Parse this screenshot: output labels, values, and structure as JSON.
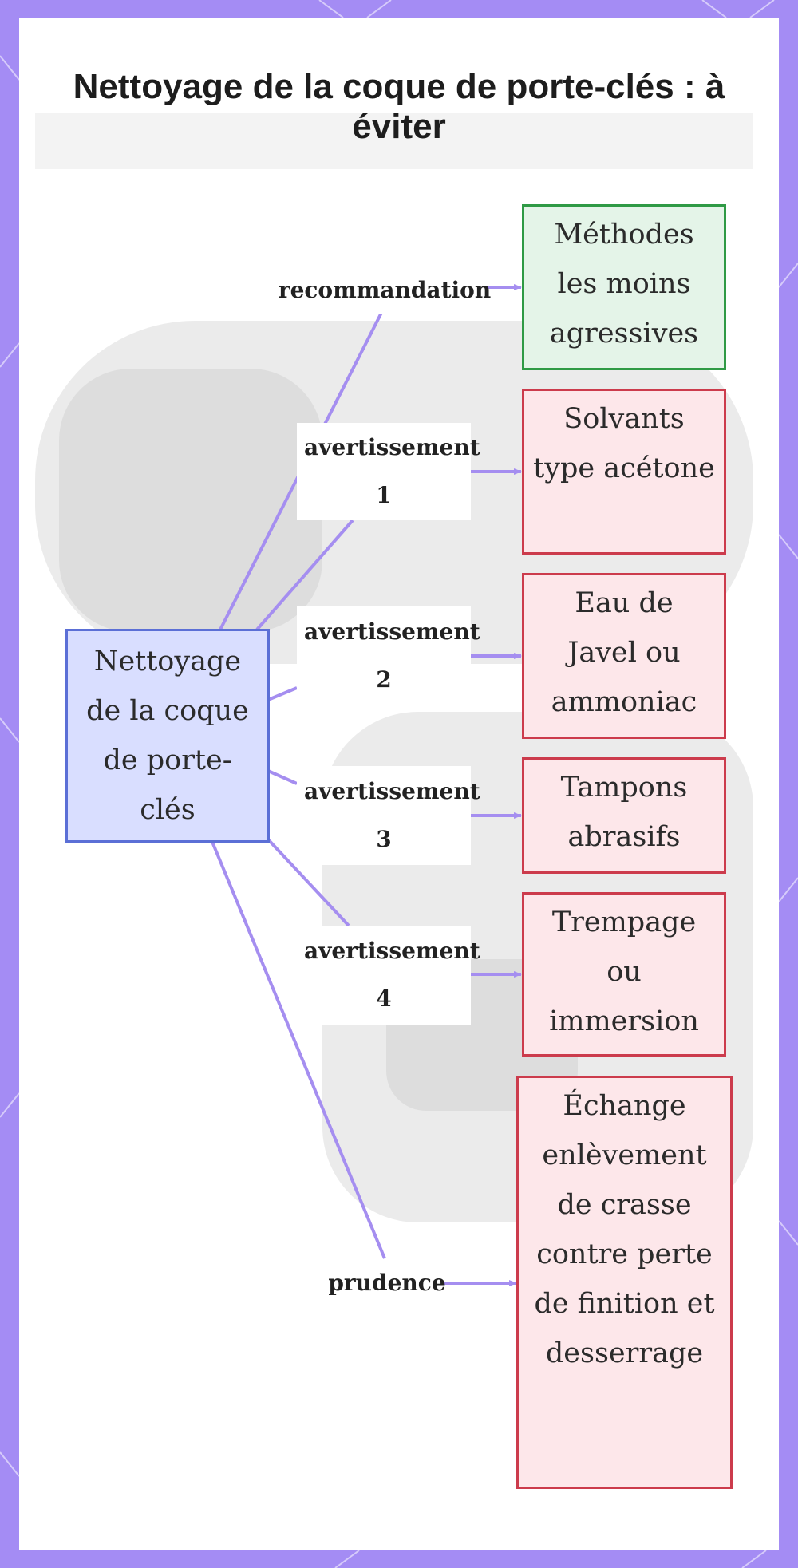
{
  "title": "Nettoyage de la coque de porte-clés : à éviter",
  "colors": {
    "frame": "#a48cf4",
    "connector": "#a58ef0",
    "center_fill": "#d9deff",
    "center_border": "#5b6fd6",
    "good_fill": "#e4f4e8",
    "good_border": "#2f9a45",
    "warn_fill": "#fde7ea",
    "warn_border": "#cc3b4c"
  },
  "center": {
    "label": "Nettoyage de la coque de porte-clés"
  },
  "branches": [
    {
      "label": "recommandation",
      "node": "Méthodes les moins agressives",
      "kind": "good"
    },
    {
      "label": "avertissement 1",
      "node": "Solvants type acétone",
      "kind": "warn"
    },
    {
      "label": "avertissement 2",
      "node": "Eau de Javel ou ammoniac",
      "kind": "warn"
    },
    {
      "label": "avertissement 3",
      "node": "Tampons abrasifs",
      "kind": "warn"
    },
    {
      "label": "avertissement 4",
      "node": "Trempage ou immersion",
      "kind": "warn"
    },
    {
      "label": "prudence",
      "node": "Échange enlèvement de crasse contre perte de finition et desserrage",
      "kind": "warn"
    }
  ]
}
